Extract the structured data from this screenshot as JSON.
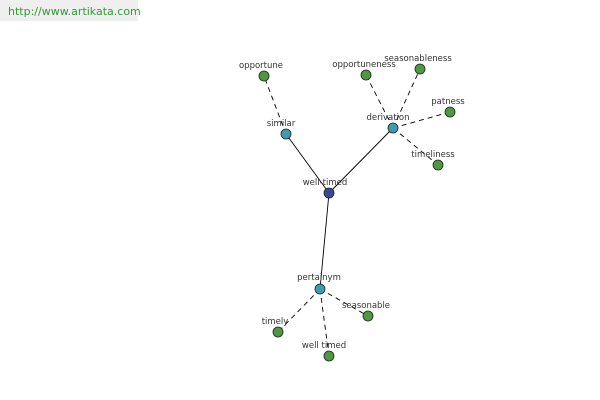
{
  "watermark": "http://www.artikata.com",
  "colors": {
    "center": "#3b4896",
    "relation": "#3f9cae",
    "leaf": "#4d9940",
    "edge": "#000000"
  },
  "nodes": [
    {
      "id": "n0",
      "label": "well-timed",
      "kind": "center"
    },
    {
      "id": "n1",
      "label": "similar",
      "kind": "relation"
    },
    {
      "id": "n2",
      "label": "derivation",
      "kind": "relation"
    },
    {
      "id": "n3",
      "label": "pertainym",
      "kind": "relation"
    },
    {
      "id": "n4",
      "label": "opportune",
      "kind": "leaf"
    },
    {
      "id": "n5",
      "label": "opportuneness",
      "kind": "leaf"
    },
    {
      "id": "n6",
      "label": "seasonableness",
      "kind": "leaf"
    },
    {
      "id": "n7",
      "label": "patness",
      "kind": "leaf"
    },
    {
      "id": "n8",
      "label": "timeliness",
      "kind": "leaf"
    },
    {
      "id": "n9",
      "label": "seasonable",
      "kind": "leaf"
    },
    {
      "id": "n10",
      "label": "timely",
      "kind": "leaf"
    },
    {
      "id": "n11",
      "label": "well timed",
      "kind": "leaf"
    }
  ],
  "edges": [
    {
      "from": "n0",
      "to": "n1",
      "style": "solid"
    },
    {
      "from": "n0",
      "to": "n2",
      "style": "solid"
    },
    {
      "from": "n0",
      "to": "n3",
      "style": "solid"
    },
    {
      "from": "n1",
      "to": "n4",
      "style": "dashed"
    },
    {
      "from": "n2",
      "to": "n5",
      "style": "dashed"
    },
    {
      "from": "n2",
      "to": "n6",
      "style": "dashed"
    },
    {
      "from": "n2",
      "to": "n7",
      "style": "dashed"
    },
    {
      "from": "n2",
      "to": "n8",
      "style": "dashed"
    },
    {
      "from": "n3",
      "to": "n9",
      "style": "dashed"
    },
    {
      "from": "n3",
      "to": "n10",
      "style": "dashed"
    },
    {
      "from": "n3",
      "to": "n11",
      "style": "dashed"
    }
  ]
}
